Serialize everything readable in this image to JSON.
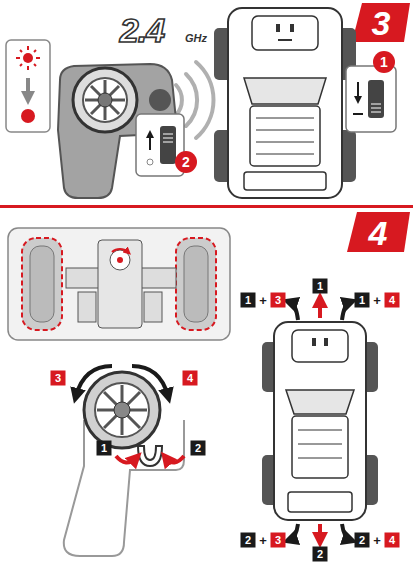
{
  "diagram": {
    "labels": [
      "3",
      "2.4",
      "GHz",
      "1",
      "2",
      "4",
      "3",
      "4",
      "1",
      "2",
      "1",
      "+",
      "3",
      "1",
      "1",
      "+",
      "4",
      "2",
      "+",
      "3",
      "2",
      "2",
      "+",
      "4"
    ]
  }
}
